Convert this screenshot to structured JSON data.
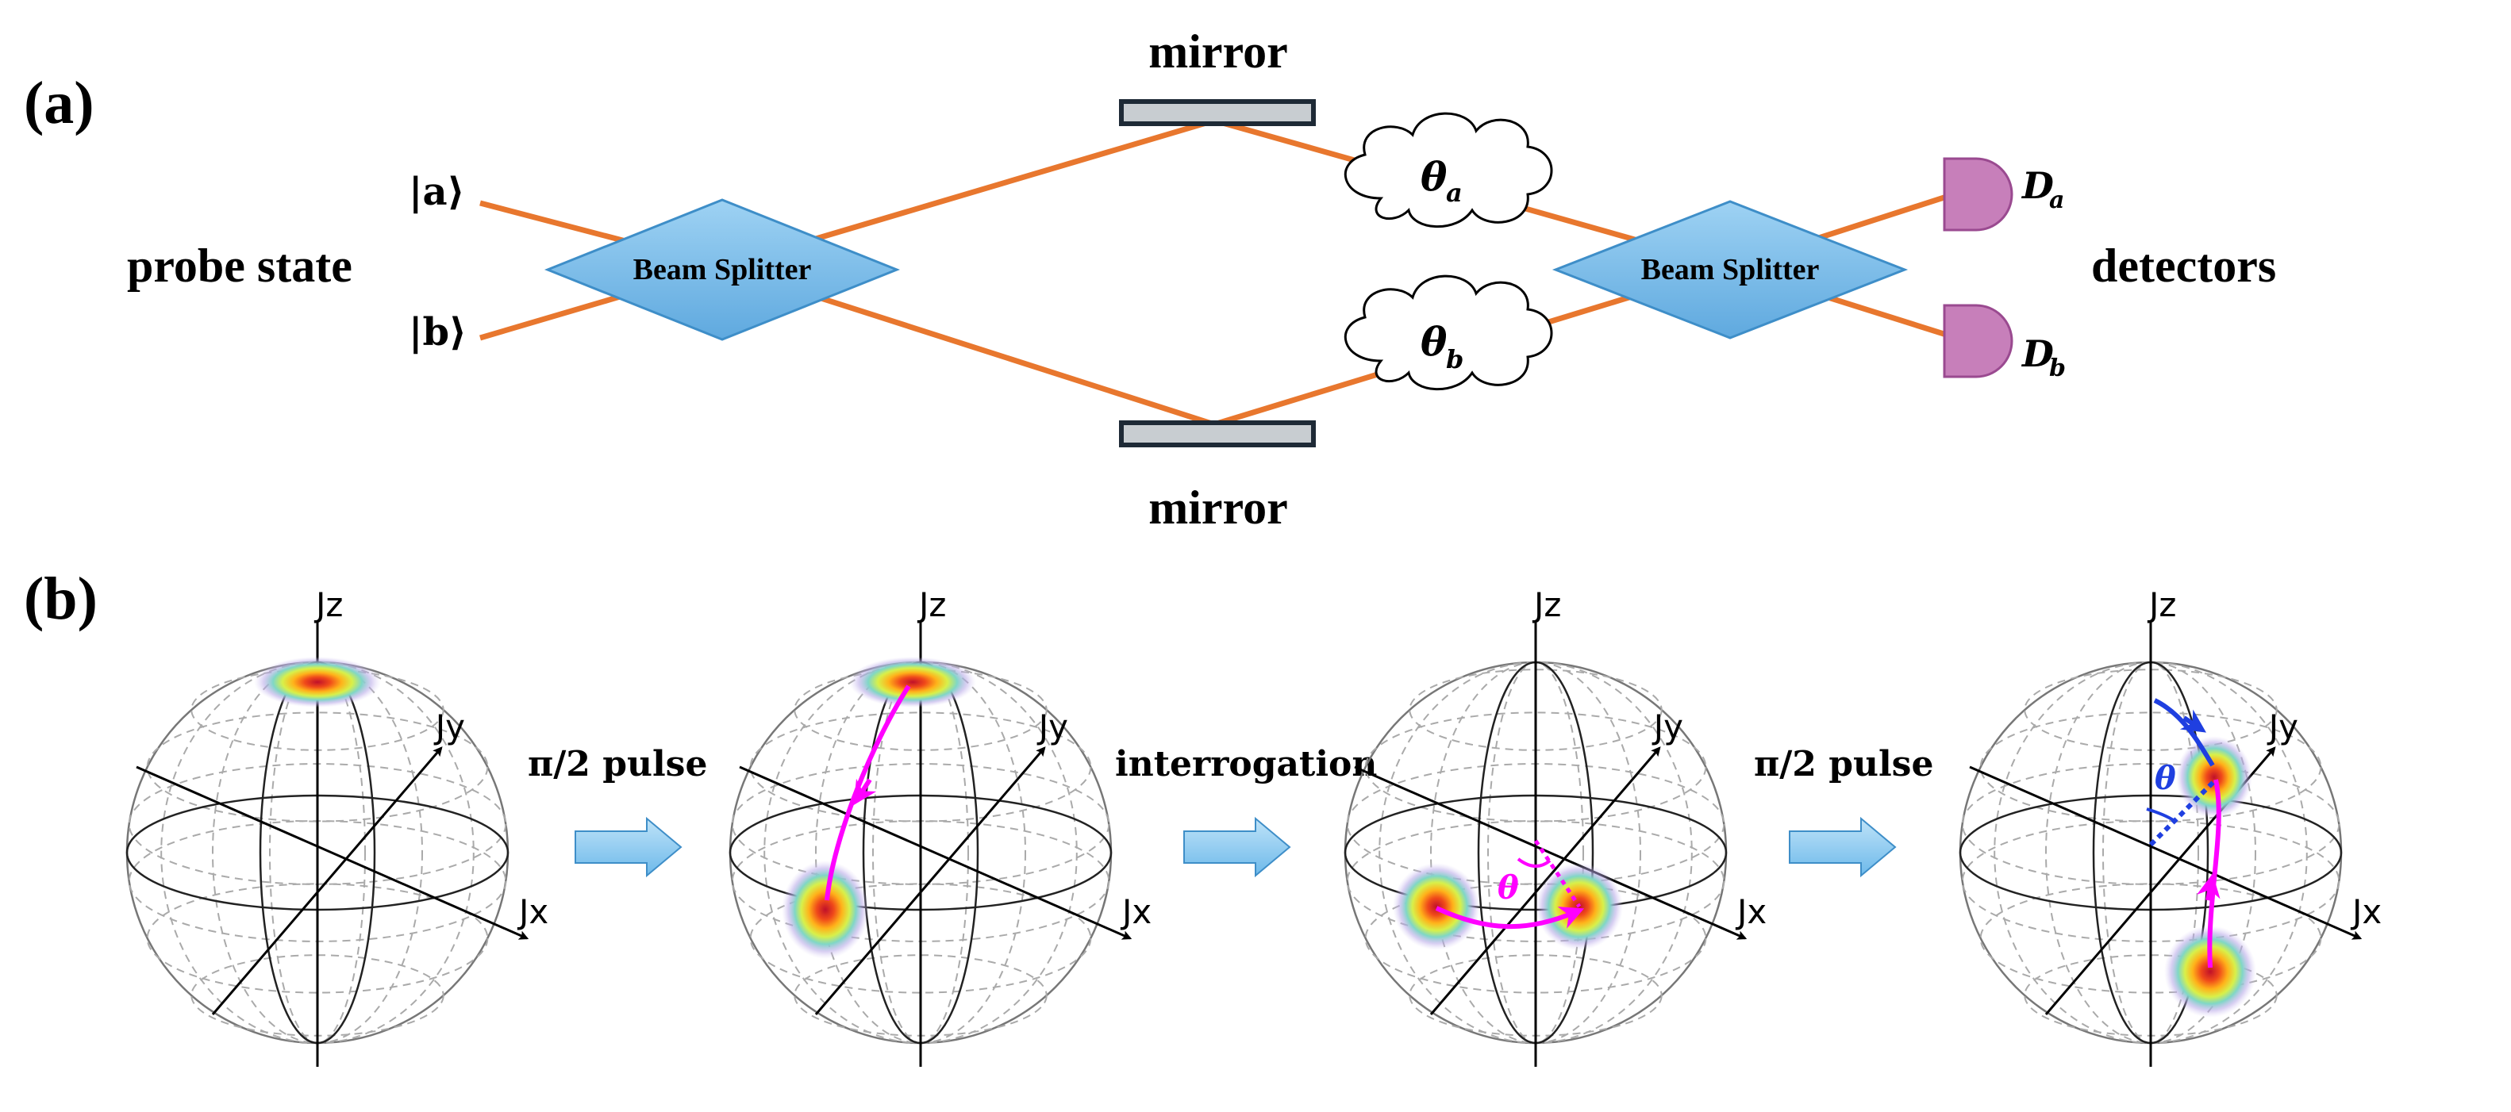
{
  "panel_a": {
    "label": "(a)",
    "input_label": "probe state",
    "ket_a": "|a⟩",
    "ket_b": "|b⟩",
    "beam_splitter_1": "Beam Splitter",
    "beam_splitter_2": "Beam Splitter",
    "mirror_top": "mirror",
    "mirror_bottom": "mirror",
    "phase_a": "θ",
    "phase_a_sub": "a",
    "phase_b": "θ",
    "phase_b_sub": "b",
    "detector_a": "D",
    "detector_a_sub": "a",
    "detector_b": "D",
    "detector_b_sub": "b",
    "output_label": "detectors",
    "colors": {
      "beam": "#E8772E",
      "beam_splitter_fill": "#7DBDE9",
      "beam_splitter_stroke": "#3E8EC8",
      "mirror": "#C8CDD1",
      "detector": "#C77FBA"
    }
  },
  "panel_b": {
    "label": "(b)",
    "axis_z": "Jz",
    "axis_y": "Jy",
    "axis_x": "Jx",
    "step_1": "π/2 pulse",
    "step_2": "interrogation",
    "step_3": "π/2 pulse",
    "angle_label_3": "θ",
    "angle_label_4": "θ",
    "colors": {
      "path": "#FF00FF",
      "final_rotation": "#1F3FE0",
      "arrow_fill": "#8ECBF0"
    }
  }
}
